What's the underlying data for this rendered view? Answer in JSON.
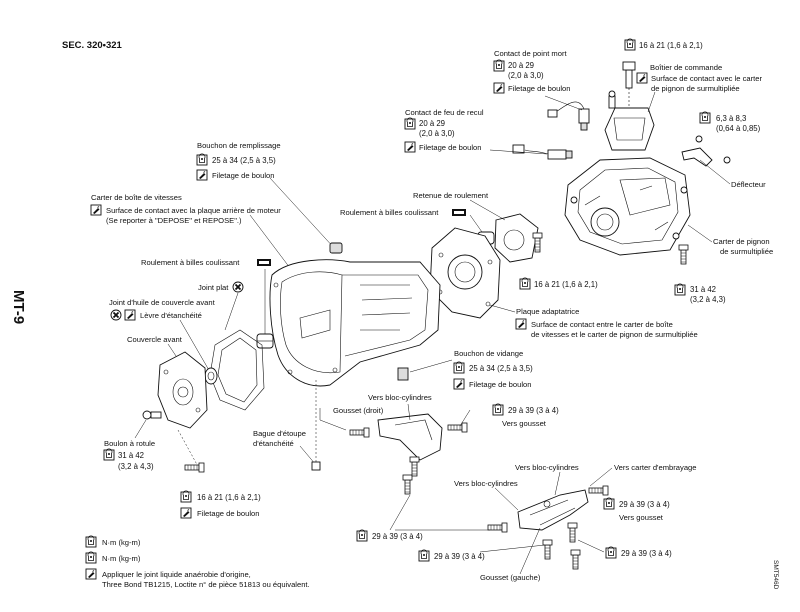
{
  "section": "SEC. 320•321",
  "side_tab": "MT-9",
  "image_code": "SMT546D",
  "labels": {
    "contact_point_mort": "Contact de point mort",
    "contact_feu_recul": "Contact de feu de recul",
    "bouchon_remplissage": "Bouchon de remplissage",
    "carter_boite": "Carter de boîte de vitesses",
    "carter_boite_note1": "Surface de contact avec la plaque arrière de moteur",
    "carter_boite_note2": "(Se reporter à \"DEPOSE\" et REPOSE\".)",
    "roulement_billes_1": "Roulement à billes coulissant",
    "roulement_billes_2": "Roulement à billes coulissant",
    "joint_plat": "Joint plat",
    "joint_huile": "Joint d'huile de couvercle avant",
    "levre": "Lèvre d'étanchéité",
    "couvercle_avant": "Couvercle avant",
    "boulon_rotule": "Boulon à rotule",
    "bague_etoupe_1": "Bague d'étoupe",
    "bague_etoupe_2": "d'étanchéité",
    "boitier_commande": "Boîtier de commande",
    "boitier_note1": "Surface de contact avec le carter",
    "boitier_note2": "de pignon de surmultipliée",
    "deflecteur": "Déflecteur",
    "retenue_roulement": "Retenue de roulement",
    "carter_pignon_1": "Carter de pignon",
    "carter_pignon_2": "de surmultipliée",
    "plaque_adaptatrice": "Plaque adaptatrice",
    "plaque_note1": "Surface de contact entre le carter de boîte",
    "plaque_note2": "de vitesses et le carter de pignon de surmultipliée",
    "bouchon_vidange": "Bouchon de vidange",
    "vers_bloc_1": "Vers bloc-cylindres",
    "gousset_droit": "Gousset (droit)",
    "vers_gousset_1": "Vers gousset",
    "vers_bloc_2": "Vers bloc-cylindres",
    "vers_carter_embrayage": "Vers carter d'embrayage",
    "vers_bloc_3": "Vers bloc-cylindres",
    "vers_gousset_2": "Vers gousset",
    "gousset_gauche": "Gousset (gauche)",
    "filetage": "Filetage de boulon"
  },
  "torques": {
    "t_16_21": "16 à 21 (1,6 à 2,1)",
    "t_20_29_a": "20 à 29",
    "t_20_29_b": "(2,0 à 3,0)",
    "t_25_34": "25 à 34 (2,5 à 3,5)",
    "t_6_8_a": "6,3 à 8,3",
    "t_6_8_b": "(0,64 à 0,85)",
    "t_31_42_a": "31 à 42",
    "t_31_42_b": "(3,2 à 4,3)",
    "t_29_39": "29 à 39 (3 à 4)"
  },
  "legend": {
    "item1": "N·m (kg-m)",
    "item2": "N·m (kg-m)",
    "item3a": "Appliquer le joint liquide anaérobie d'origine,",
    "item3b": "Three Bond TB1215, Loctite n° de pièce 51813 ou équivalent."
  },
  "icons": [
    "torque-wrench-icon",
    "sealant-icon",
    "grease-icon",
    "discard-x-icon",
    "bearing-icon"
  ]
}
